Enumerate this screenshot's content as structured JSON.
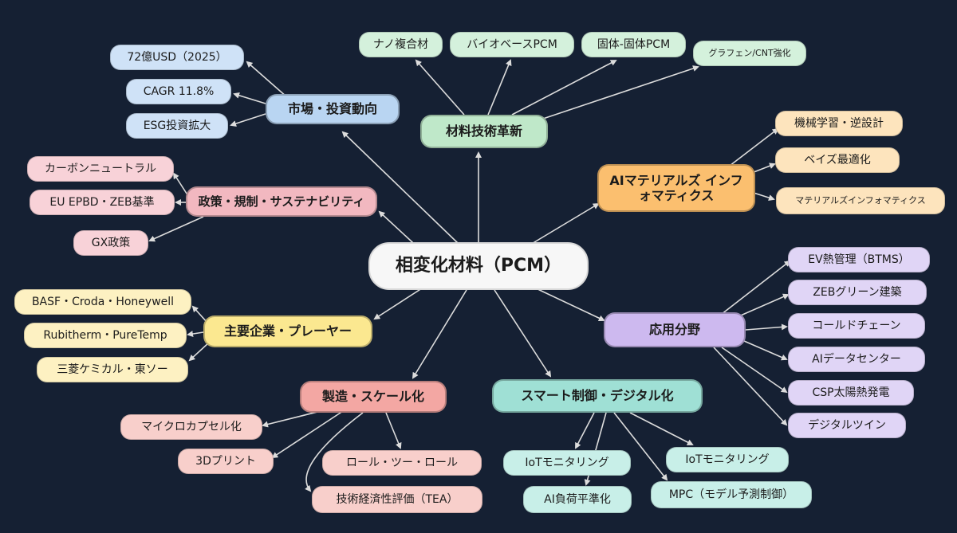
{
  "center": "相変化材料（PCM）",
  "colors": {
    "background": "#152033",
    "edge": "#dcdcdc",
    "market": "#b9d5f2",
    "market_leaf": "#cfe2f7",
    "materials": "#bfe8c9",
    "materials_leaf": "#d4f1dc",
    "ai": "#fbbf6f",
    "ai_leaf": "#fde4bd",
    "policy": "#f2b8c0",
    "policy_leaf": "#f8d2d8",
    "companies": "#fbe890",
    "companies_leaf": "#fdf1c2",
    "manufacturing": "#f3a7a3",
    "manufacturing_leaf": "#f8cfcb",
    "smart": "#9fe0d5",
    "smart_leaf": "#c8efe8",
    "applications": "#cdb9ef",
    "applications_leaf": "#e0d5f6"
  },
  "branches": {
    "market": {
      "label": "市場・投資動向",
      "items": [
        "72億USD（2025）",
        "CAGR 11.8%",
        "ESG投資拡大"
      ]
    },
    "materials": {
      "label": "材料技術革新",
      "items": [
        "ナノ複合材",
        "バイオベースPCM",
        "固体-固体PCM",
        "グラフェン/CNT強化"
      ]
    },
    "ai": {
      "label": "AIマテリアルズ インフォマティクス",
      "items": [
        "機械学習・逆設計",
        "ベイズ最適化",
        "マテリアルズインフォマティクス"
      ]
    },
    "policy": {
      "label": "政策・規制・サステナビリティ",
      "items": [
        "カーボンニュートラル",
        "EU EPBD・ZEB基準",
        "GX政策"
      ]
    },
    "companies": {
      "label": "主要企業・プレーヤー",
      "items": [
        "BASF・Croda・Honeywell",
        "Rubitherm・PureTemp",
        "三菱ケミカル・東ソー"
      ]
    },
    "manufacturing": {
      "label": "製造・スケール化",
      "items": [
        "マイクロカプセル化",
        "3Dプリント",
        "ロール・ツー・ロール",
        "技術経済性評価（TEA）"
      ]
    },
    "smart": {
      "label": "スマート制御・デジタル化",
      "items": [
        "IoTモニタリング",
        "AI負荷平準化",
        "IoTモニタリング",
        "MPC（モデル予測制御）"
      ]
    },
    "applications": {
      "label": "応用分野",
      "items": [
        "EV熱管理（BTMS）",
        "ZEBグリーン建築",
        "コールドチェーン",
        "AIデータセンター",
        "CSP太陽熱発電",
        "デジタルツイン"
      ]
    }
  }
}
